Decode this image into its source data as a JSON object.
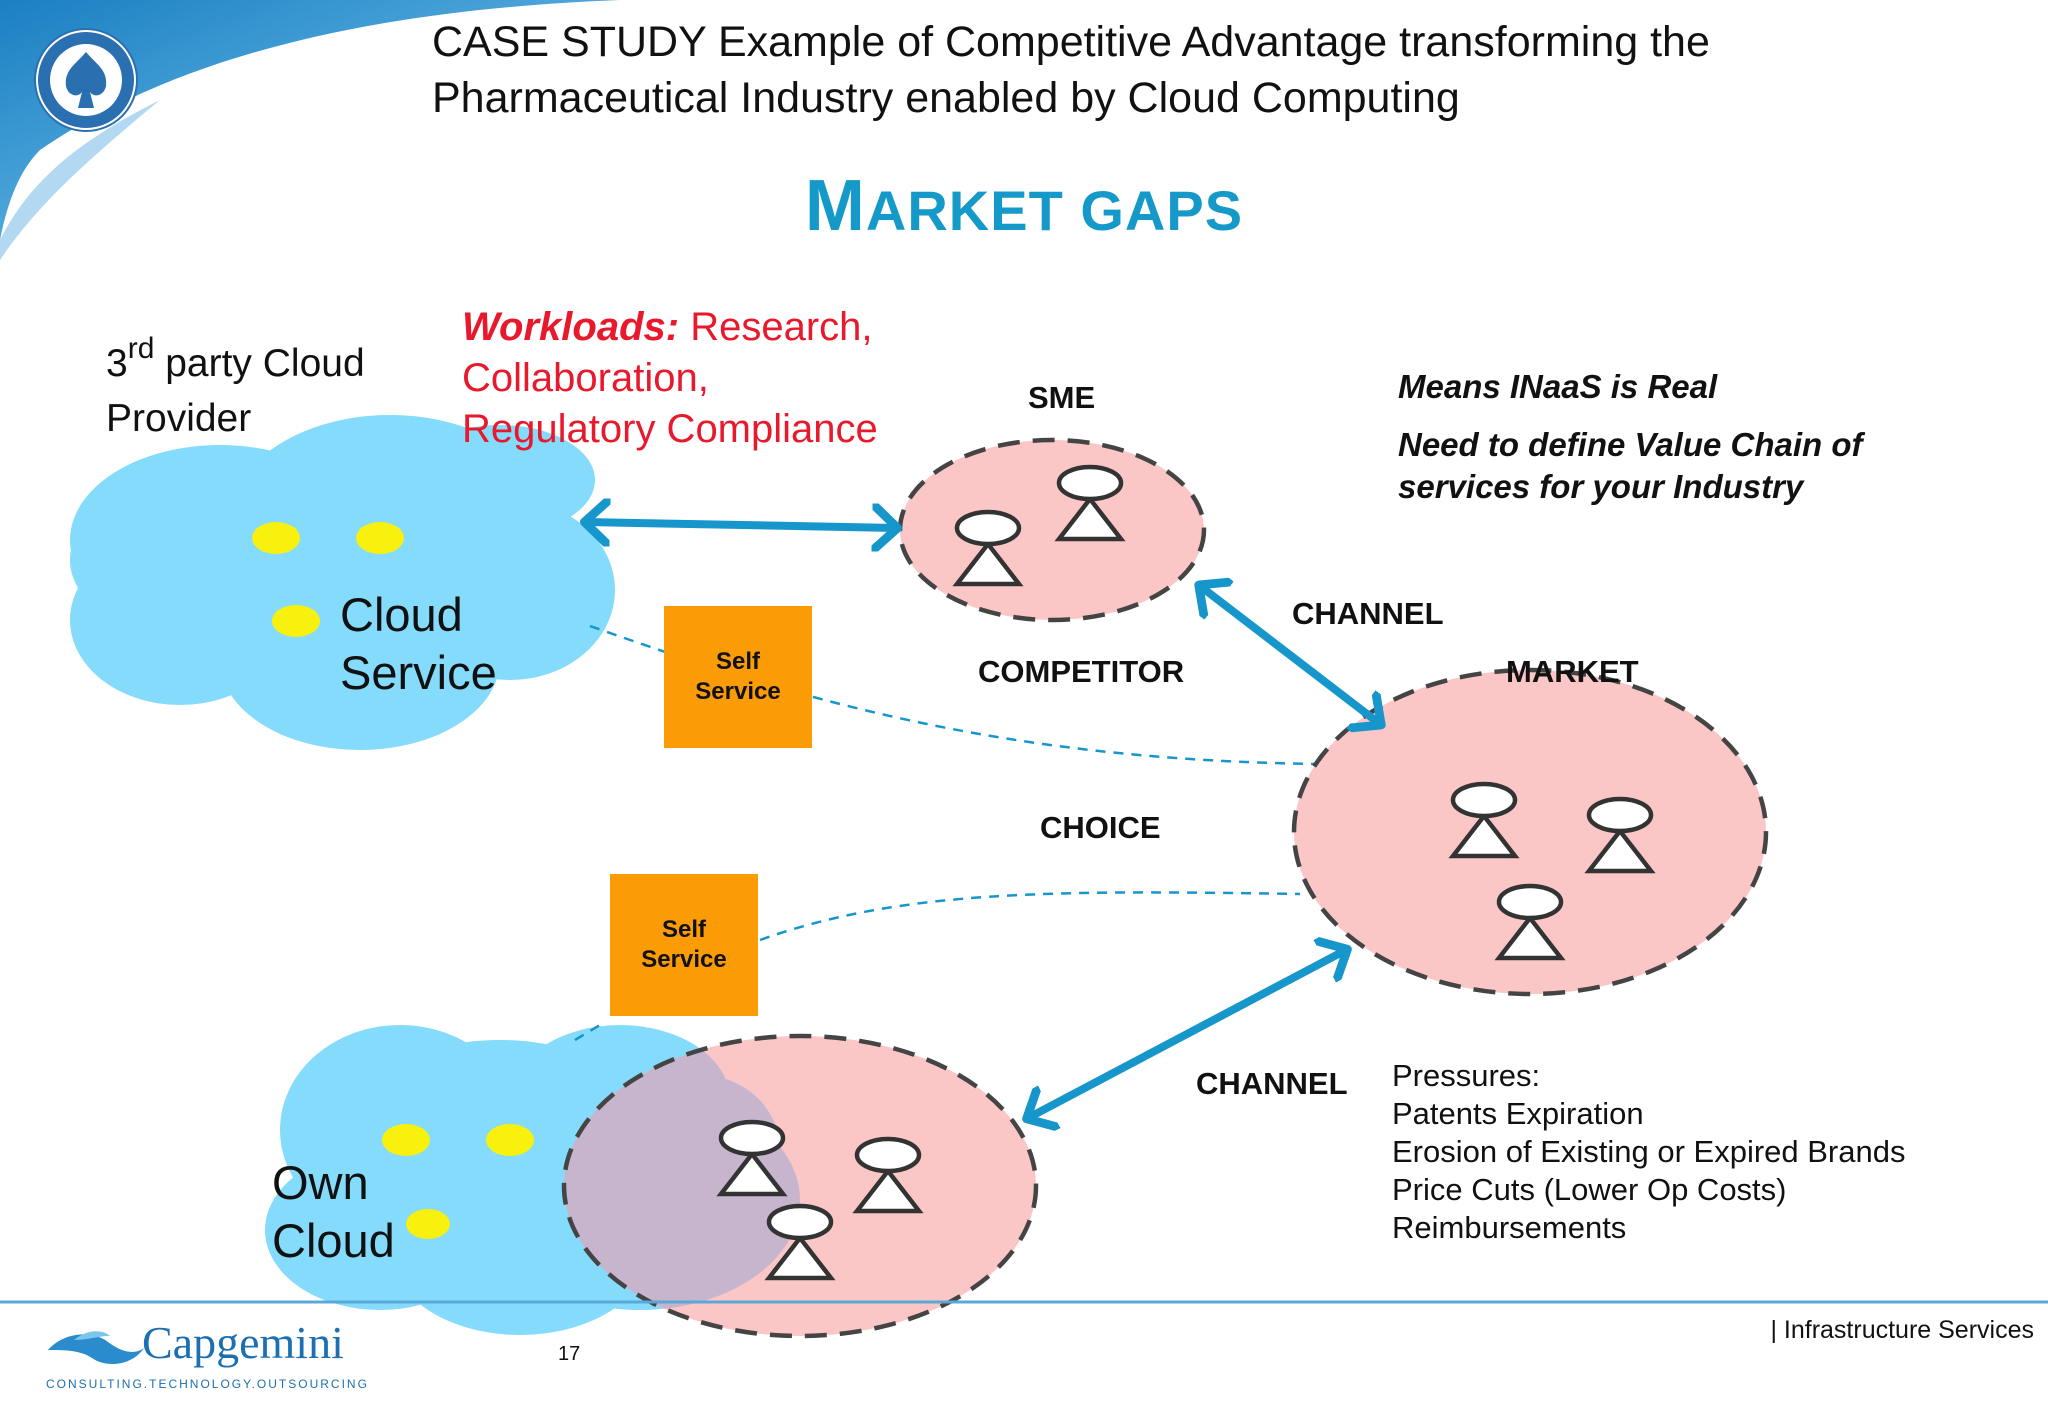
{
  "header": {
    "title_line1": "CASE STUDY  Example of Competitive Advantage transforming the",
    "title_line2": "Pharmaceutical  Industry enabled by Cloud Computing",
    "heading_big_m": "M",
    "heading_rest": "ARKET GAPS"
  },
  "provider": {
    "line1_a": "3",
    "line1_sup": "rd",
    "line1_b": " party Cloud",
    "line2": "Provider"
  },
  "workloads": {
    "label": "Workloads:",
    "line1": " Research,",
    "line2": "Collaboration,",
    "line3": "Regulatory  Compliance"
  },
  "labels": {
    "sme": "SME",
    "competitor": "COMPETITOR",
    "choice": "CHOICE",
    "channel_top": "CHANNEL",
    "channel_bottom": "CHANNEL",
    "market": "MARKET"
  },
  "means": {
    "line1": "Means  INaaS  is Real",
    "line2": "Need to define Value Chain of",
    "line3": "services for your Industry"
  },
  "cloud_service": {
    "line1": "Cloud",
    "line2": "Service"
  },
  "own_cloud": {
    "line1": "Own",
    "line2": "Cloud"
  },
  "self_service_top": {
    "line1": "Self",
    "line2": "Service"
  },
  "self_service_bottom": {
    "line1": "Self",
    "line2": "Service"
  },
  "pressures": {
    "title": "Pressures:",
    "items": [
      "Patents Expiration",
      "Erosion of Existing or Expired Brands",
      "Price Cuts (Lower Op Costs)",
      "Reimbursements"
    ]
  },
  "footer": {
    "logo_text": "Capgemini",
    "logo_tagline": "CONSULTING.TECHNOLOGY.OUTSOURCING",
    "right_text": "| Infrastructure Services",
    "page_number": "17"
  },
  "colors": {
    "accent": "#1599c8",
    "cloud": "#84dbfb",
    "group_fill": "#fbc6c6",
    "self_service": "#fb9b05",
    "workloads_text": "#e8192c",
    "light_yellow": "#f8f10e"
  }
}
